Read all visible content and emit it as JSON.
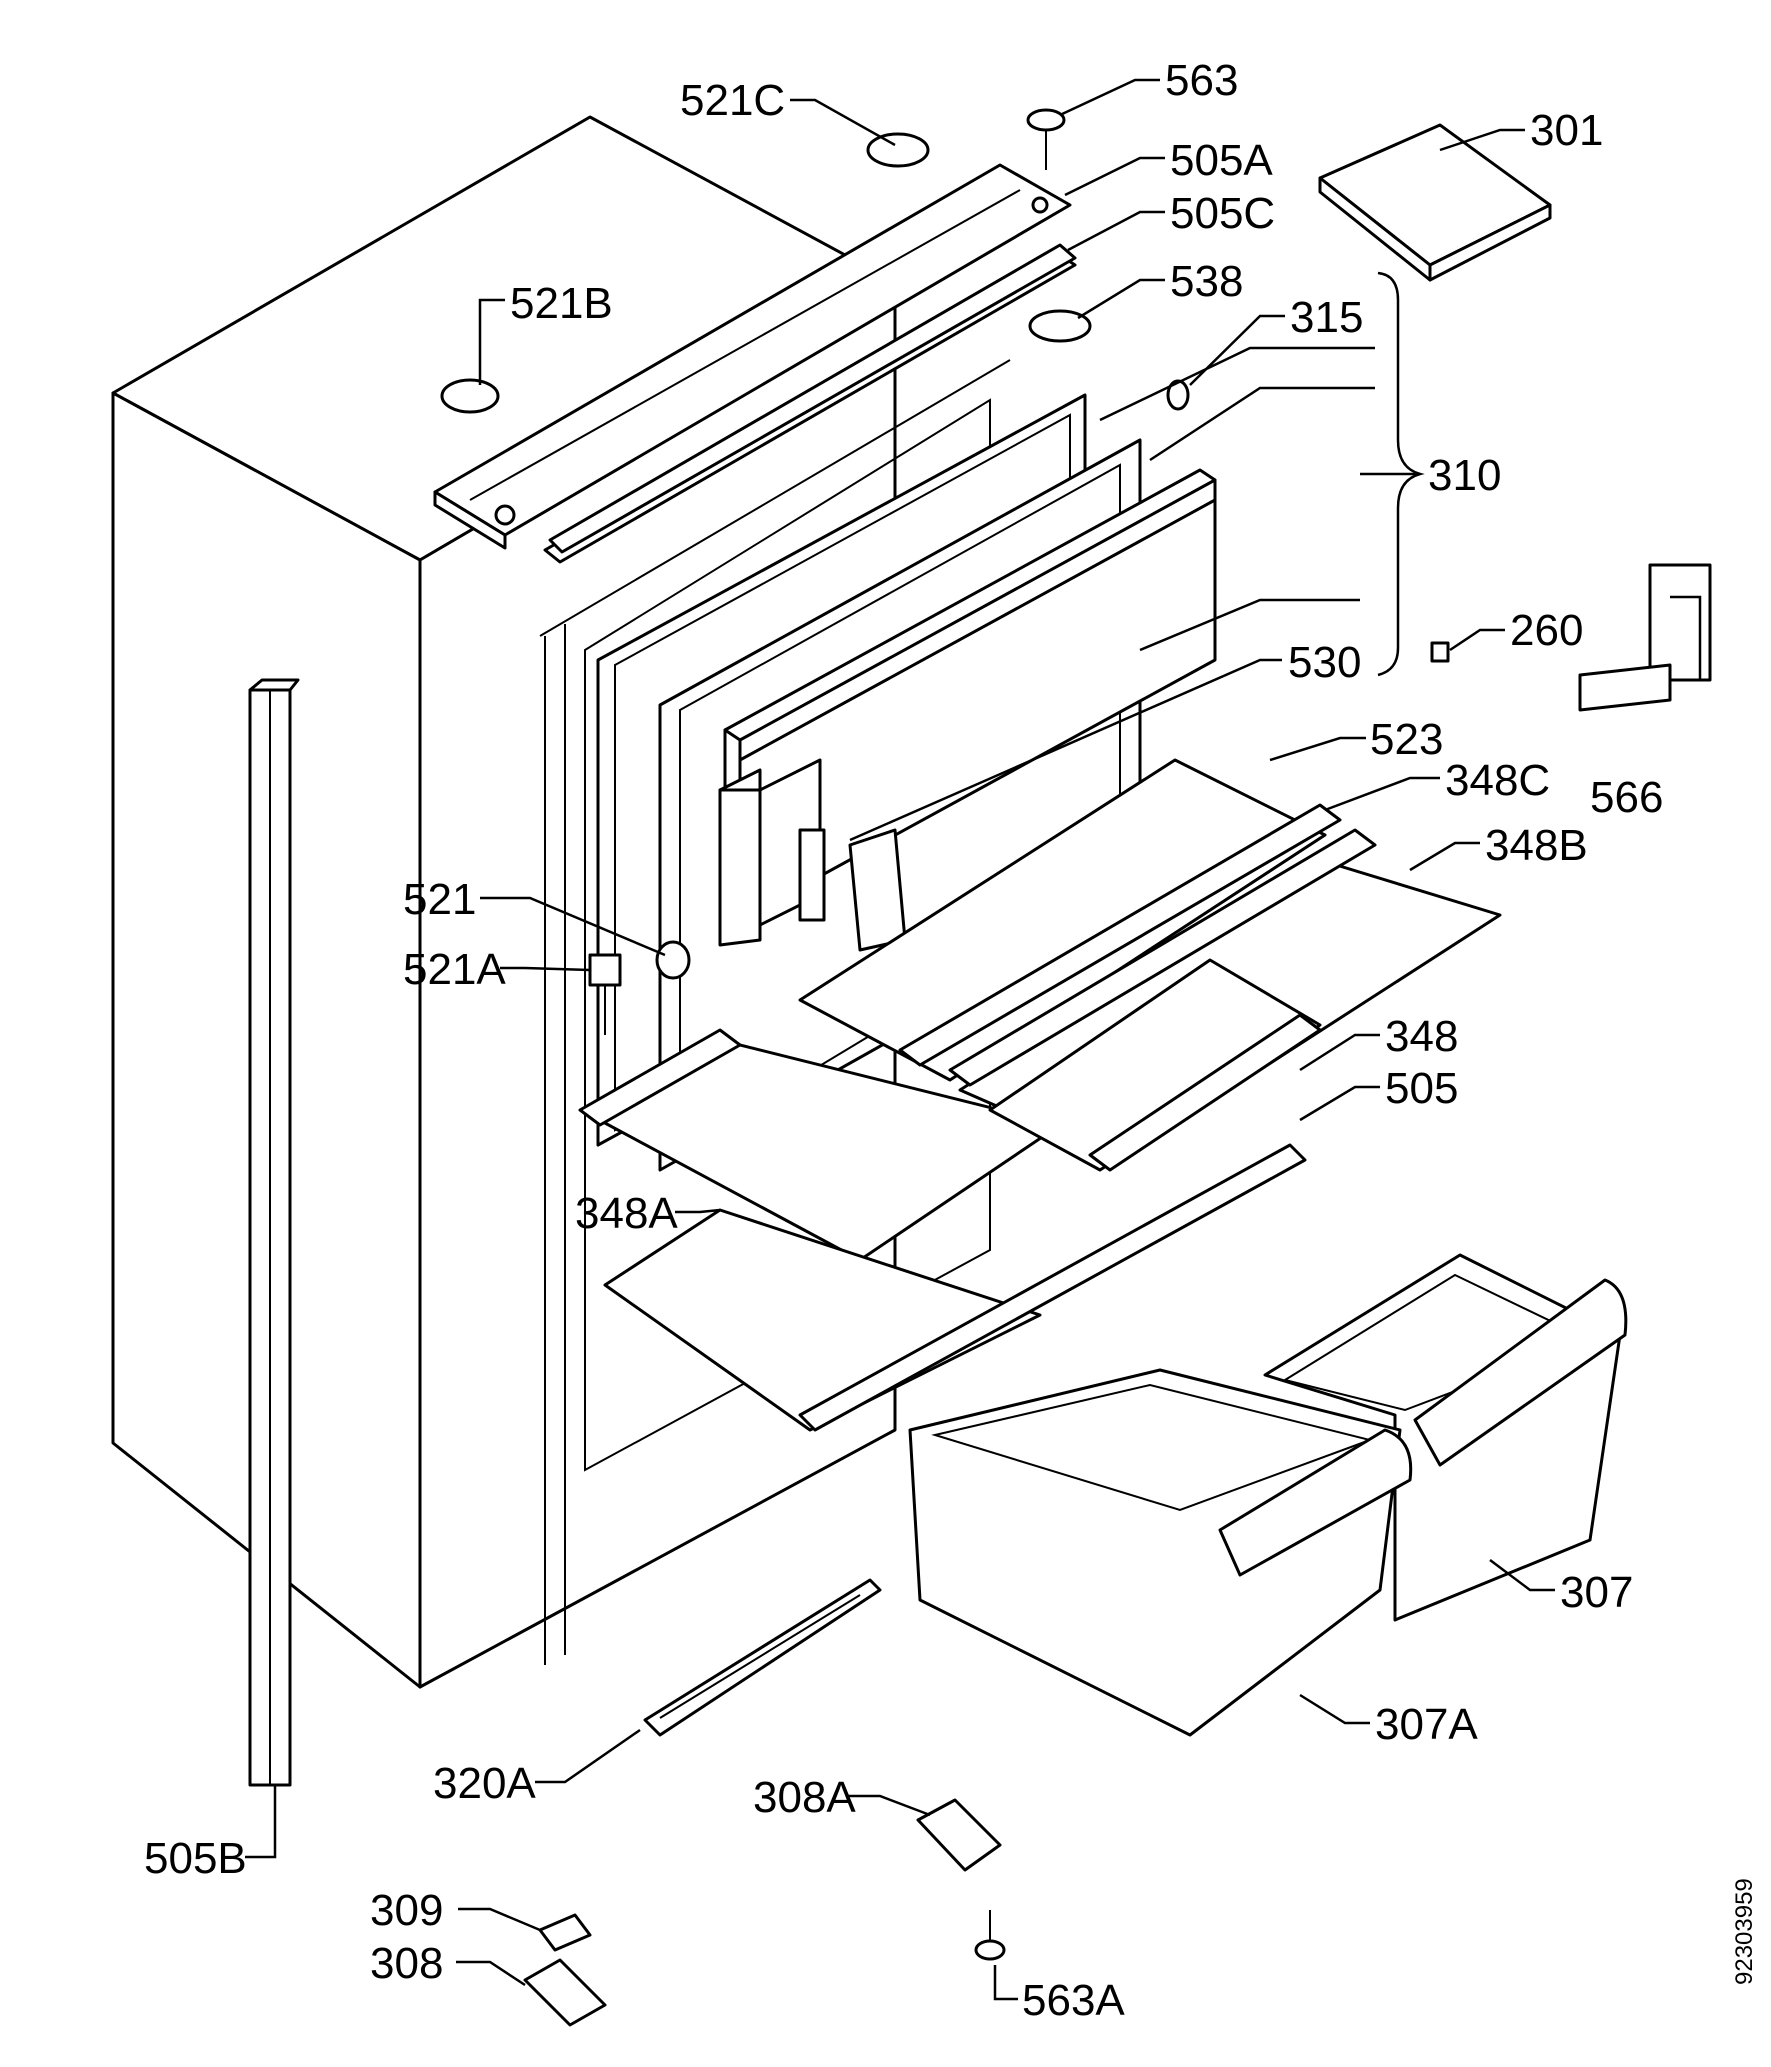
{
  "diagram": {
    "doc_number": "92303959",
    "callouts": {
      "c521c": "521C",
      "c563": "563",
      "c505a": "505A",
      "c301": "301",
      "c505c": "505C",
      "c521b": "521B",
      "c538": "538",
      "c315": "315",
      "c310": "310",
      "c260": "260",
      "c530": "530",
      "c523": "523",
      "c566": "566",
      "c348c": "348C",
      "c348b": "348B",
      "c521": "521",
      "c521a": "521A",
      "c348": "348",
      "c505": "505",
      "c348a": "348A",
      "c307": "307",
      "c307a": "307A",
      "c320a": "320A",
      "c308a": "308A",
      "c505b": "505B",
      "c309": "309",
      "c308": "308",
      "c563a": "563A"
    }
  }
}
